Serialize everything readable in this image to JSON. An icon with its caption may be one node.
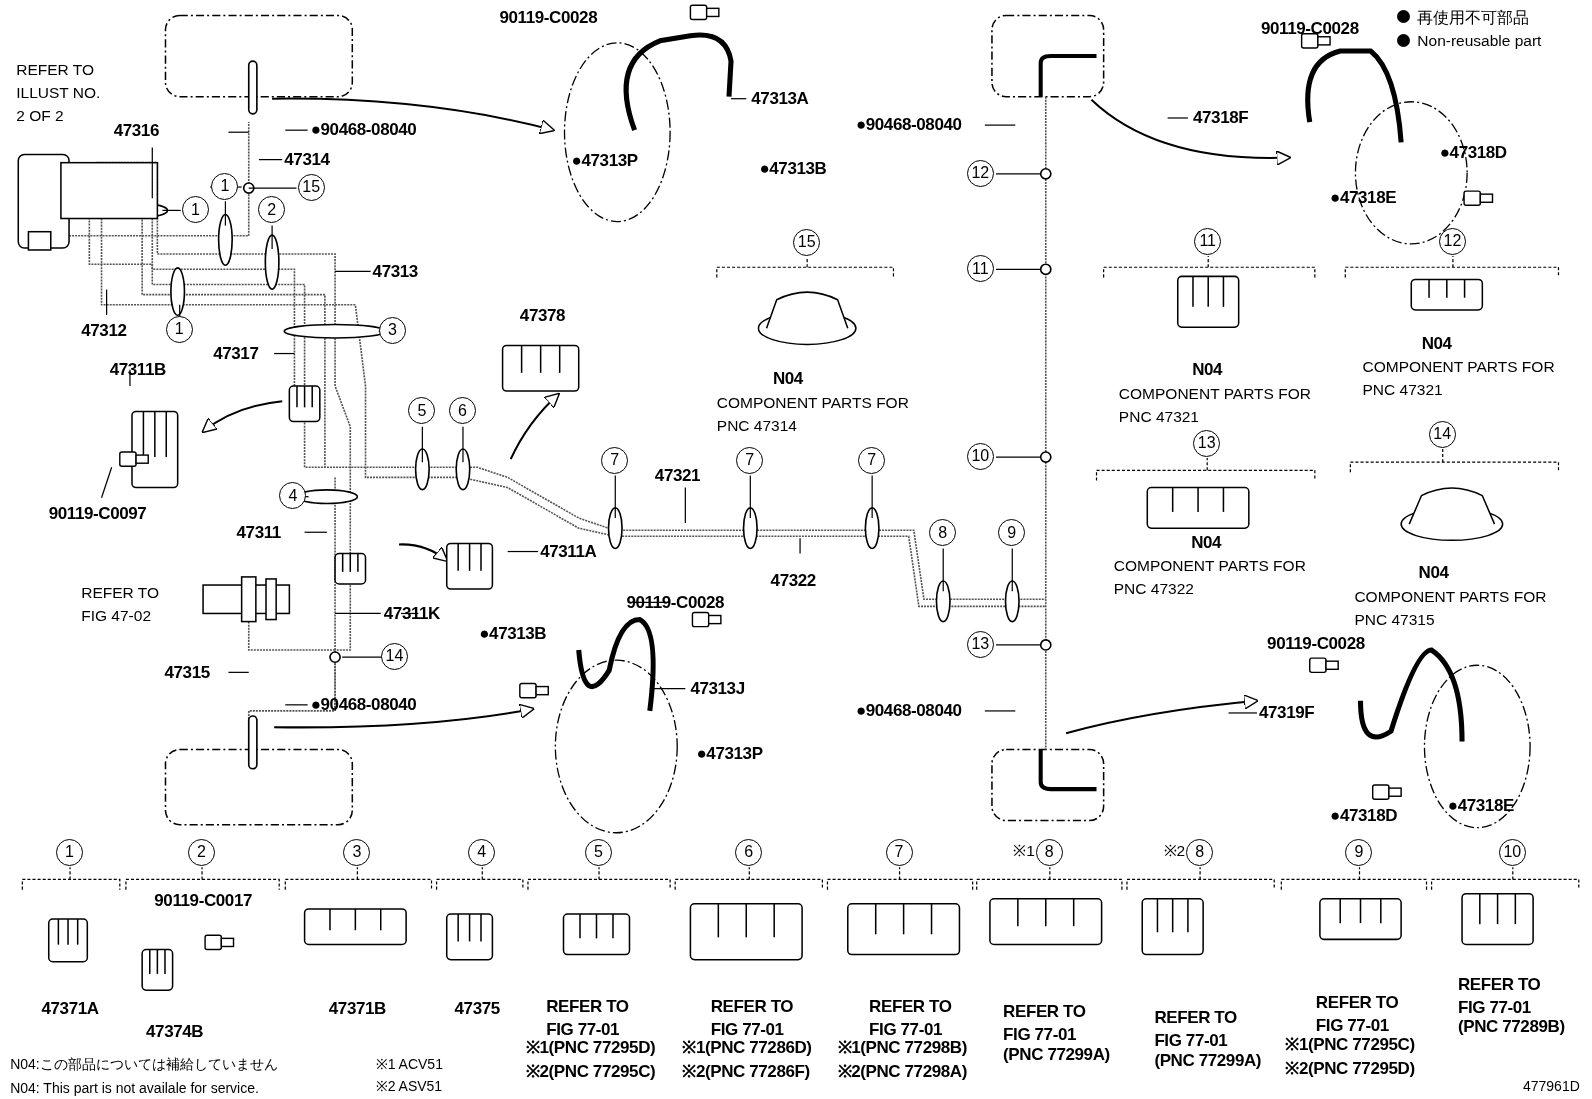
{
  "diagram": {
    "labels": [
      "REFER TO ILLUST NO. 2 OF 2",
      "90119-C0028",
      "47313A",
      "●47313P",
      "●47313B",
      "47316",
      "●90468-08040",
      "47314",
      "1",
      "15",
      "1",
      "2",
      "47313",
      "47312",
      "1",
      "47317",
      "3",
      "47311B",
      "90119-C0097",
      "4",
      "47311",
      "5",
      "6",
      "47378",
      "47311A",
      "7",
      "47321",
      "7",
      "7",
      "47322",
      "REFER TO FIG 47-02",
      "47311K",
      "90119-C0028",
      "●47313B",
      "14",
      "47315",
      "47313J",
      "●90468-08040",
      "●47313P",
      "15",
      "N04",
      "COMPONENT PARTS FOR PNC 47314",
      "●90468-08040",
      "12",
      "11",
      "10",
      "8",
      "9",
      "13",
      "●90468-08040",
      "90119-C0028",
      "47318F",
      "●47318D",
      "●47318E",
      "11",
      "12",
      "N04",
      "COMPONENT PARTS FOR PNC 47321",
      "N04",
      "COMPONENT PARTS FOR PNC 47321",
      "13",
      "14",
      "N04",
      "COMPONENT PARTS FOR PNC 47322",
      "N04",
      "COMPONENT PARTS FOR PNC 47315",
      "90119-C0028",
      "47319F",
      "●47318D",
      "●47318E",
      "1",
      "47371A",
      "2",
      "90119-C0017",
      "47374B",
      "3",
      "47371B",
      "4",
      "47375",
      "5",
      "REFER TO FIG 77-01",
      "※1(PNC 77295D)",
      "※2(PNC 77295C)",
      "6",
      "REFER TO FIG 77-01",
      "※1(PNC 77286D)",
      "※2(PNC 77286F)",
      "7",
      "REFER TO FIG 77-01",
      "※1(PNC 77298B)",
      "※2(PNC 77298A)",
      "※1",
      "8",
      "REFER TO FIG 77-01",
      "(PNC 77299A)",
      "※2",
      "8",
      "REFER TO FIG 77-01",
      "(PNC 77299A)",
      "9",
      "REFER TO FIG 77-01",
      "※1(PNC 77295C)",
      "※2(PNC 77295D)",
      "10",
      "REFER TO FIG 77-01",
      "(PNC 77289B)",
      "N04:この部品については補給していません",
      "N04: This part is not availale for service.",
      "※1 ACV51",
      "※2 ASV51",
      "477961D"
    ],
    "legend": [
      {
        "text": "再使用不可部品"
      },
      {
        "text": "Non-reusable part"
      }
    ]
  }
}
